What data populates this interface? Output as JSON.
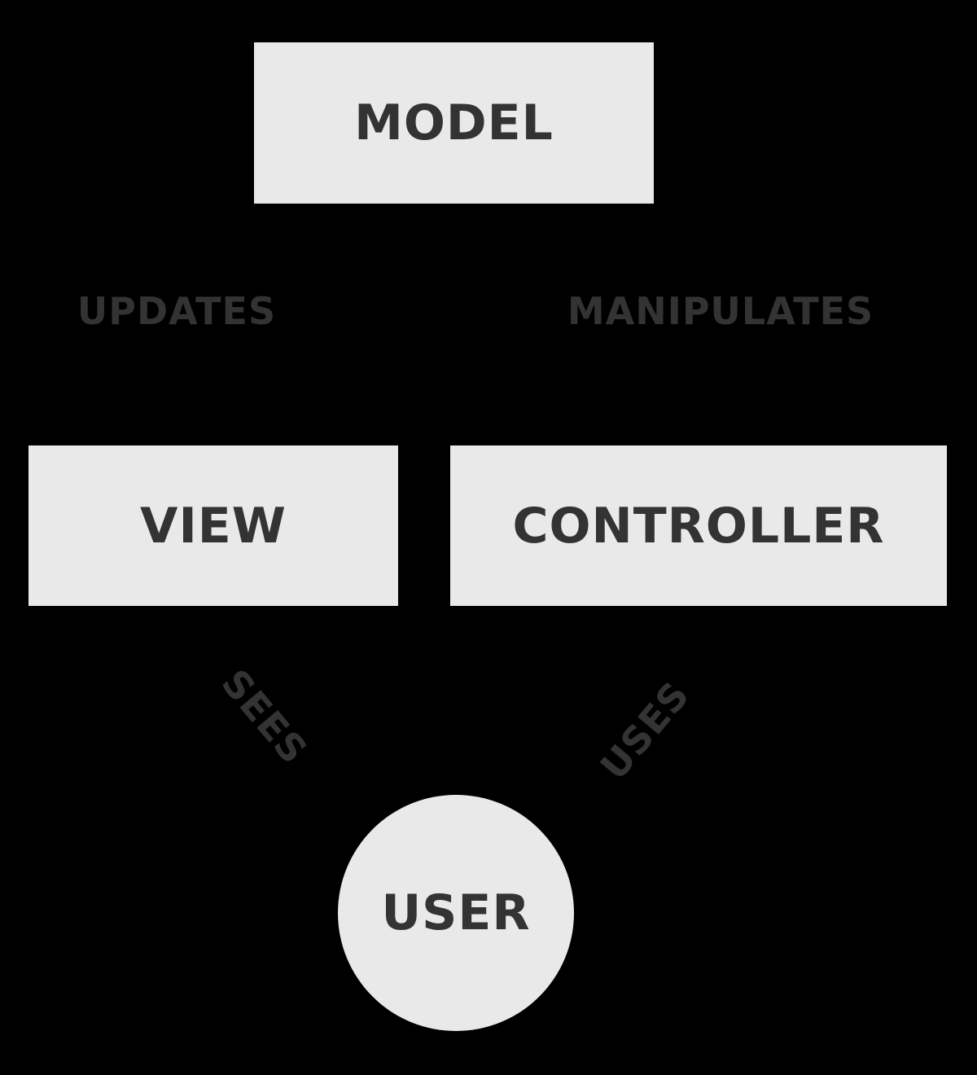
{
  "diagram": {
    "type": "mvc-architecture-diagram",
    "colors": {
      "background": "#000000",
      "node_fill": "#e9e9e9",
      "text": "#333333"
    },
    "nodes": [
      {
        "id": "model",
        "label": "MODEL",
        "shape": "rectangle"
      },
      {
        "id": "view",
        "label": "VIEW",
        "shape": "rectangle"
      },
      {
        "id": "controller",
        "label": "CONTROLLER",
        "shape": "rectangle"
      },
      {
        "id": "user",
        "label": "USER",
        "shape": "circle"
      }
    ],
    "edges": [
      {
        "label": "UPDATES",
        "between": [
          "model",
          "view"
        ],
        "rotation_deg": 0
      },
      {
        "label": "MANIPULATES",
        "between": [
          "controller",
          "model"
        ],
        "rotation_deg": 0
      },
      {
        "label": "SEES",
        "between": [
          "user",
          "view"
        ],
        "rotation_deg": 50
      },
      {
        "label": "USES",
        "between": [
          "user",
          "controller"
        ],
        "rotation_deg": -50
      }
    ]
  }
}
